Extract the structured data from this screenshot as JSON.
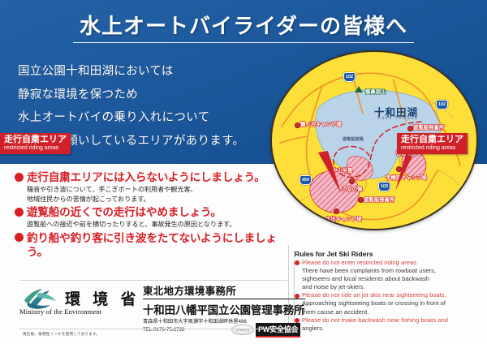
{
  "poster": {
    "title": "水上オートバイライダーの皆様へ",
    "intro_lines": [
      "国立公園十和田湖においては",
      "静寂な環境を保つため",
      "水上オートバイの乗り入れについて",
      "自粛をお願いしているエリアがあります。"
    ],
    "colors": {
      "blue_background": "#14559f",
      "map_land": "#fddf3a",
      "map_lake": "#b9d3e8",
      "accent_red": "#d81f26",
      "callout_red": "#d0202a"
    }
  },
  "map": {
    "lake_name_ja": "十和田湖",
    "lake_name_en": "Lake Towada",
    "route_label": "遊覧船航路",
    "callouts": [
      {
        "ja": "走行自粛エリア",
        "en": "restricted riding areas"
      },
      {
        "ja": "走行自粛エリア",
        "en": "restricted riding areas"
      }
    ],
    "route_shields": [
      "102",
      "102",
      "454",
      "103"
    ],
    "places": [
      {
        "name": "御鼻部山",
        "type": "mountain"
      },
      {
        "name": "鶴ノ沢キャンプ場",
        "type": "campground"
      },
      {
        "name": "遊覧船発着所",
        "type": "boat-dock"
      },
      {
        "name": "御倉半島",
        "type": "peninsula"
      },
      {
        "name": "中山半島",
        "type": "peninsula"
      },
      {
        "name": "乙女の像",
        "type": "landmark"
      },
      {
        "name": "宇樽部キャンプ場",
        "type": "campground"
      },
      {
        "name": "遊覧船発着所",
        "type": "boat-dock"
      },
      {
        "name": "生出キャンプ場",
        "type": "campground"
      }
    ]
  },
  "bullets": [
    {
      "head": "走行自粛エリアには入らないようにしましょう。",
      "sub": [
        "騒音や引き波について、手こぎボートの利用者や観光客、",
        "地域住民からの苦情が起こっております。"
      ]
    },
    {
      "head": "遊覧船の近くでの走行はやめましょう。",
      "sub": [
        "遊覧船への接近や前を横切ったりすると、事故発生の原因となります。"
      ]
    },
    {
      "head": "釣り船や釣り客に引き波をたてないようにしましょう。",
      "sub": []
    }
  ],
  "rules": {
    "title": "Rules for Jet Ski Riders",
    "items": [
      {
        "red": "Please do not enter restricted riding areas.",
        "plain": [
          "There have been complaints from rowboat users,",
          "sightseers and local residents about backwash",
          "and noise by jet-skiers."
        ]
      },
      {
        "red": "Please do not ride on jet skis near sightseeing boats.",
        "plain": [
          "Approaching sightseeing boats or crossing in front of",
          "them cause an accident."
        ]
      },
      {
        "red": "Please do not make backwash near fishing boats and",
        "plain": [
          "anglers."
        ]
      }
    ]
  },
  "footer": {
    "ministry_ja": "環 境 省",
    "ministry_en": "Ministry of the Environment",
    "office_line1": "東北地方環境事務所",
    "office_line2": "十和田八幡平国立公園管理事務所",
    "address": "青森県十和田市大字奥瀬字十和田湖畔休屋486",
    "tel": "TEL.0176-75-2728",
    "recycle_note": "再生紙、植物性インキを使用しております。",
    "pw_mark_small": "(PWSA)",
    "pw_mark": "PW安全協会"
  }
}
